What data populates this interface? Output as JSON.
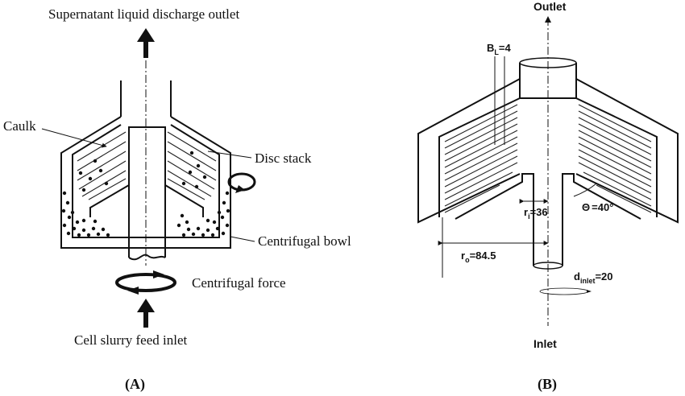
{
  "panel_a": {
    "top_label": "Supernatant liquid discharge outlet",
    "caulk_label": "Caulk",
    "disc_stack_label": "Disc stack",
    "bowl_label": "Centrifugal bowl",
    "force_label": "Centrifugal force",
    "inlet_label": "Cell slurry feed inlet",
    "panel_label": "(A)"
  },
  "panel_b": {
    "outlet_label": "Outlet",
    "inlet_label": "Inlet",
    "bl_text": "B",
    "bl_sub": "L",
    "bl_value": "=4",
    "ri_text": "r",
    "ri_sub": "i",
    "ri_value": "=36",
    "ro_text": "r",
    "ro_sub": "o",
    "ro_value": "=84.5",
    "theta_symbol": "Θ",
    "theta_value": "=40°",
    "dinlet_text": "d",
    "dinlet_sub": "inlet",
    "dinlet_value": "=20",
    "panel_label": "(B)"
  }
}
